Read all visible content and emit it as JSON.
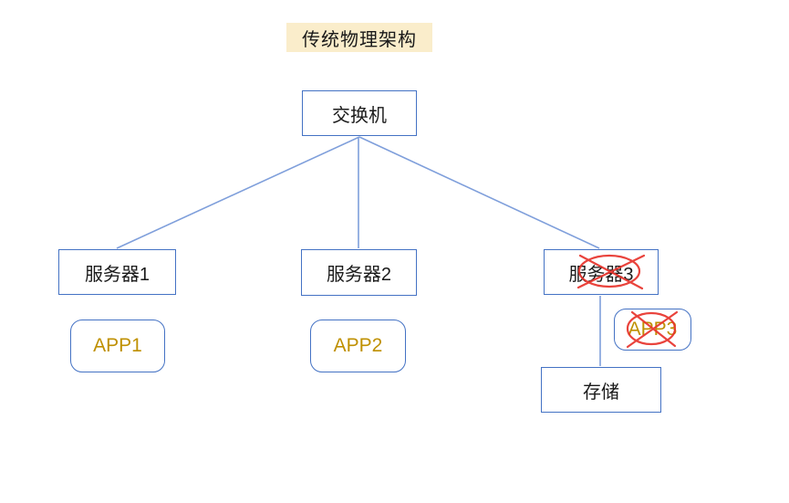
{
  "title": {
    "text": "传统物理架构"
  },
  "nodes": {
    "switch": {
      "label": "交换机"
    },
    "server1": {
      "label": "服务器1"
    },
    "server2": {
      "label": "服务器2"
    },
    "server3": {
      "label": "服务器3",
      "status": "crossed-out"
    },
    "app1": {
      "label": "APP1"
    },
    "app2": {
      "label": "APP2"
    },
    "app3": {
      "label": "APP3",
      "status": "crossed-out"
    },
    "storage": {
      "label": "存储"
    }
  },
  "connections": [
    {
      "from": "switch",
      "to": "server1"
    },
    {
      "from": "switch",
      "to": "server2"
    },
    {
      "from": "switch",
      "to": "server3"
    },
    {
      "from": "server3",
      "to": "storage"
    }
  ],
  "colors": {
    "box_border": "#4472C4",
    "connector": "#7F9FDB",
    "app_text": "#BF9000",
    "cross_mark": "#E8342C",
    "title_background": "#FAEDCB",
    "text": "#1A1A1A"
  }
}
